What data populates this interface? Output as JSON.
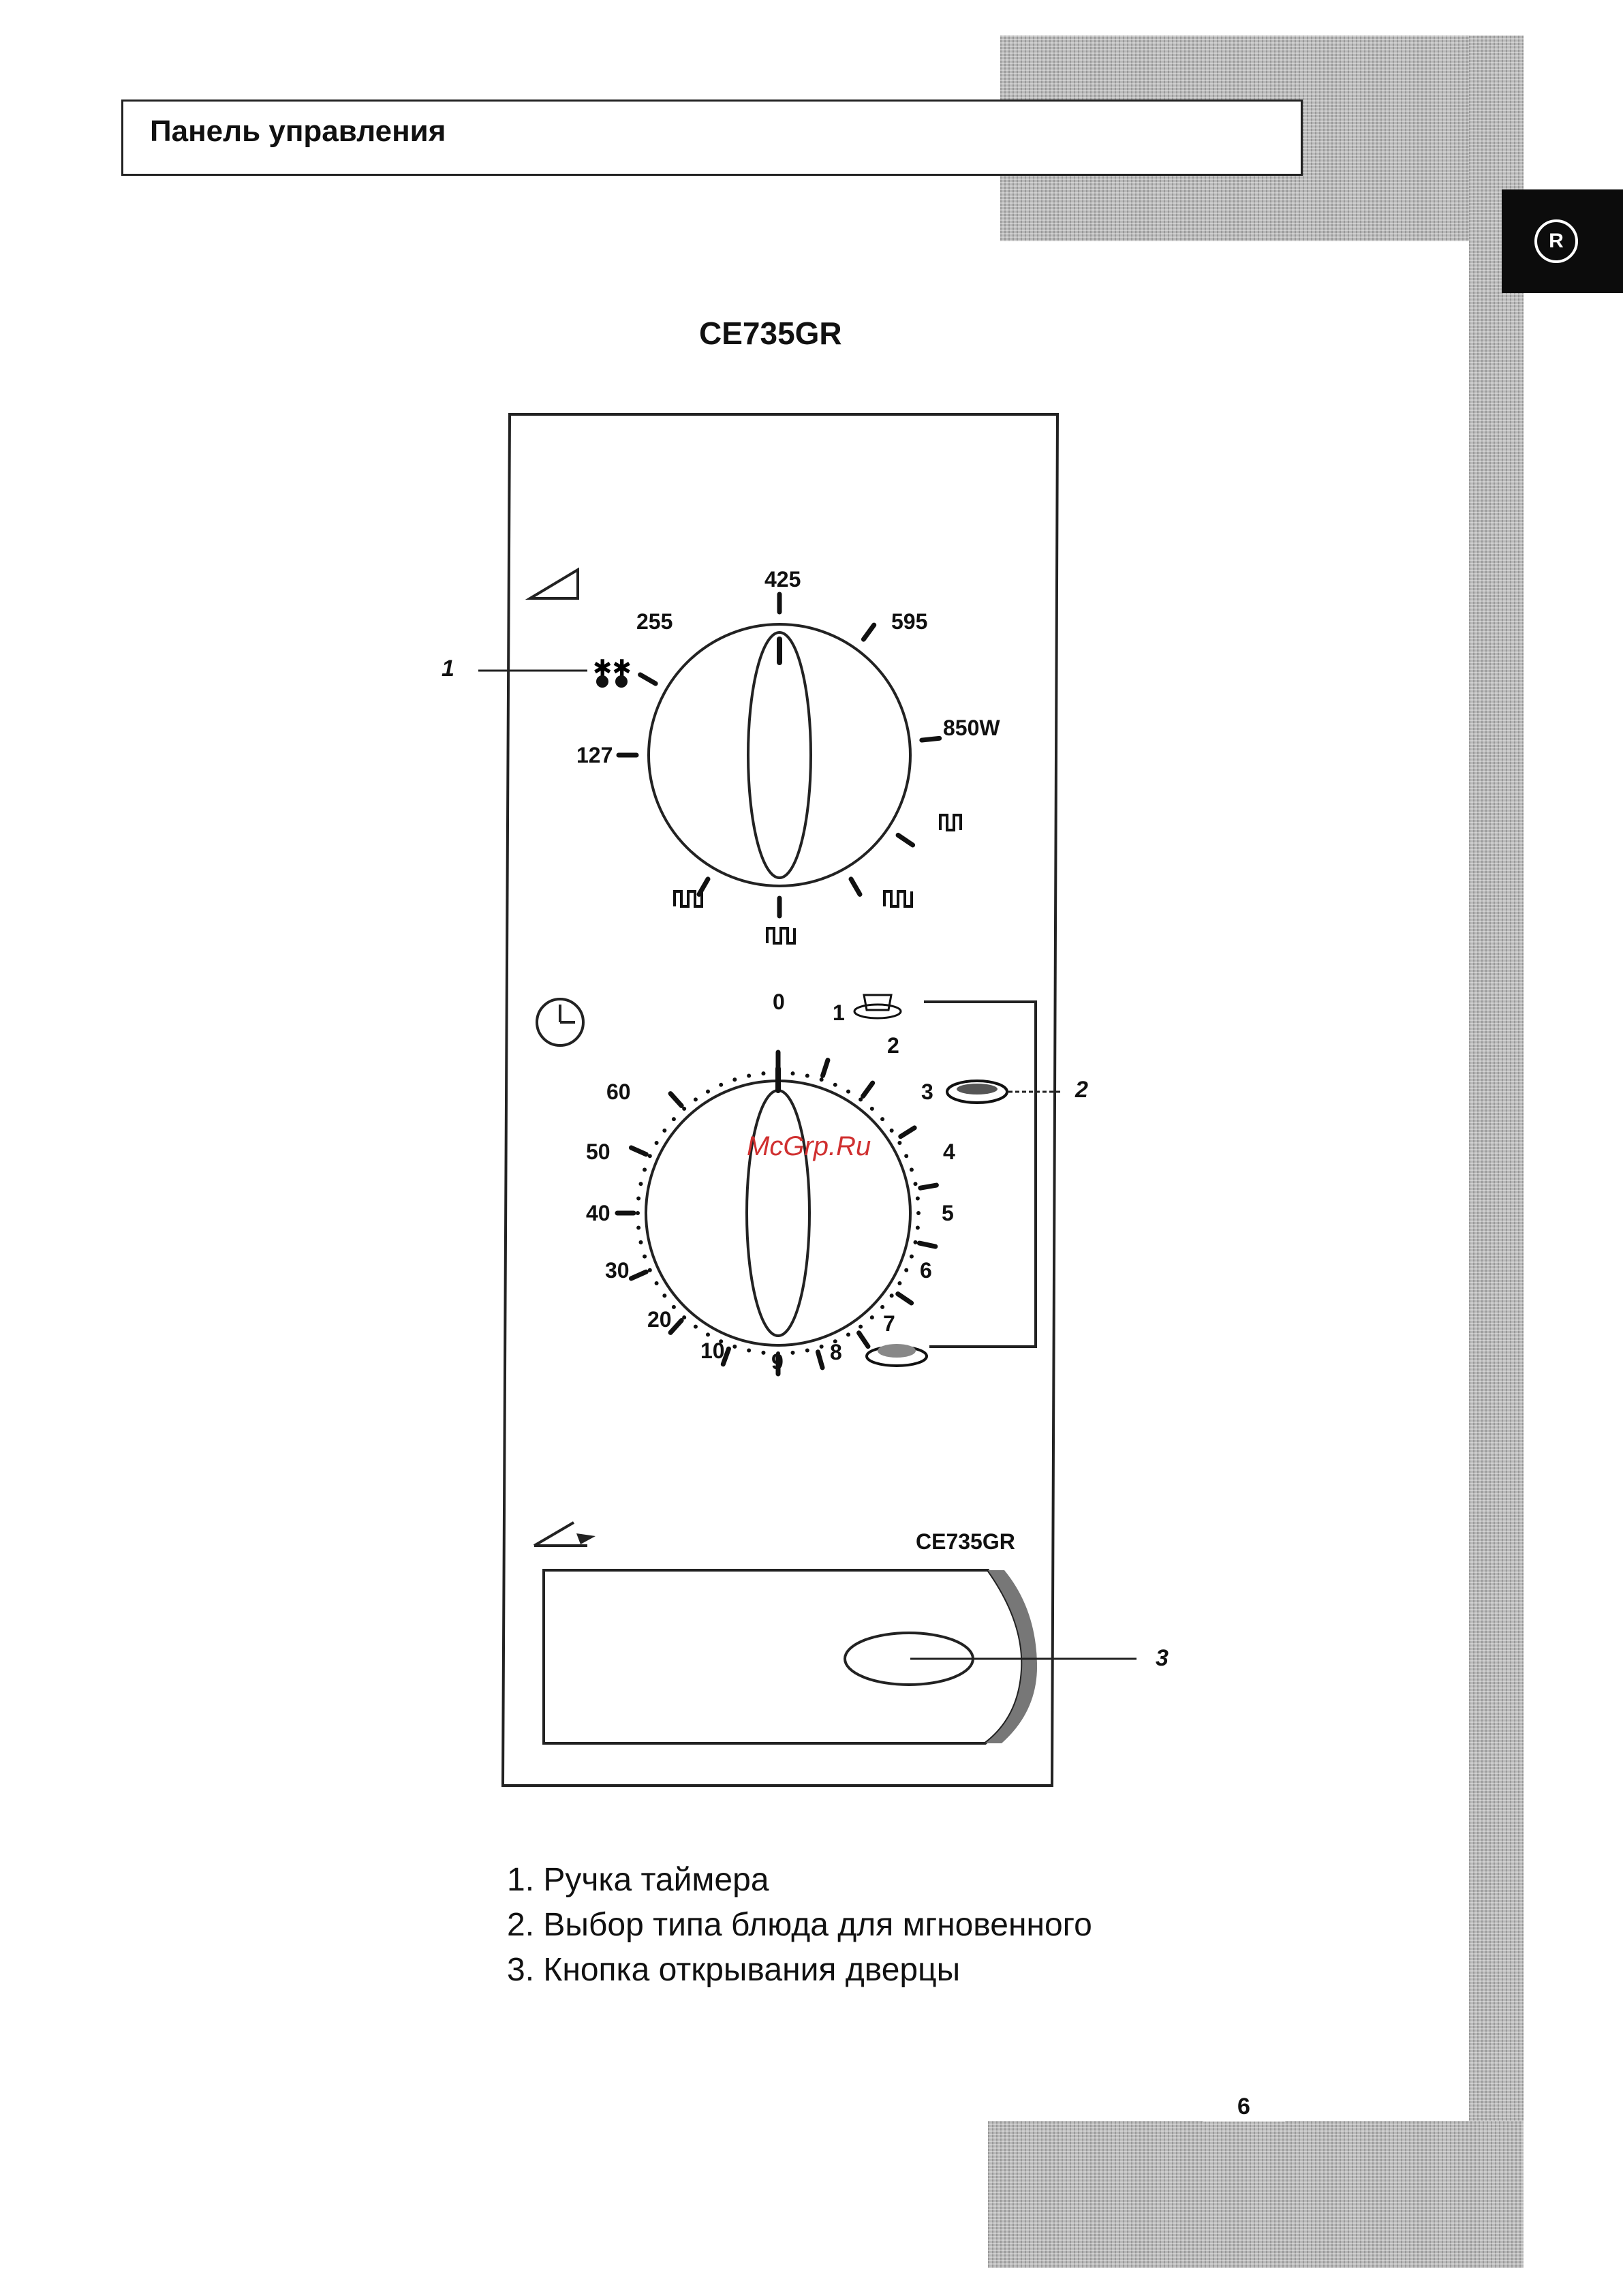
{
  "header": {
    "title": "Панель управления"
  },
  "region_badge": "R",
  "model": "CE735GR",
  "power_dial": {
    "labels": [
      "425",
      "595",
      "255",
      "850W",
      "127"
    ]
  },
  "timer_dial": {
    "labels": [
      "0",
      "1",
      "2",
      "3",
      "4",
      "5",
      "6",
      "7",
      "8",
      "9",
      "10",
      "20",
      "30",
      "40",
      "50",
      "60"
    ]
  },
  "panel_model_label": "CE735GR",
  "callouts": [
    "1",
    "2",
    "3"
  ],
  "watermark": "McGrp.Ru",
  "legend": [
    "1. Ручка таймера",
    "2. Выбор типа блюда для мгновенного",
    "3. Кнопка открывания дверцы"
  ],
  "page_number": "6"
}
